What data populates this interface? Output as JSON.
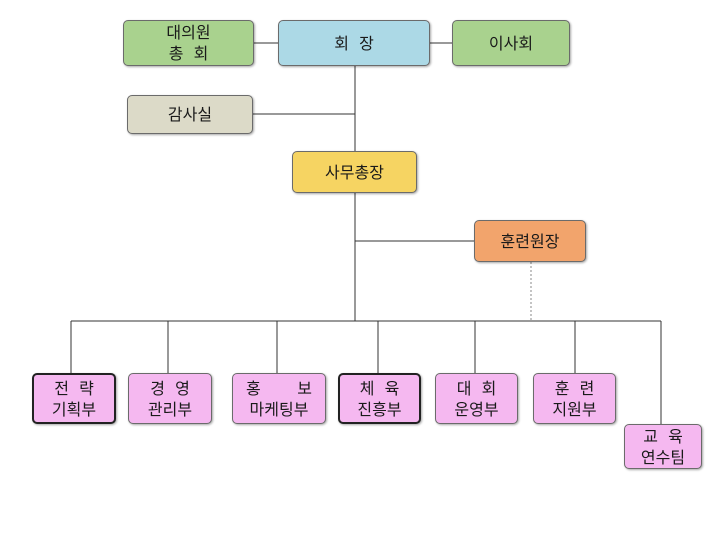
{
  "top": {
    "general_assembly": {
      "line1": "대의원",
      "line2": "총  회"
    },
    "chairman": "회  장",
    "board": "이사회"
  },
  "audit_office": "감사실",
  "secretary_general": "사무총장",
  "training_director": "훈련원장",
  "departments": {
    "strategy": {
      "line1": "전  략",
      "line2": "기획부"
    },
    "management": {
      "line1": "경  영",
      "line2": "관리부"
    },
    "pr": {
      "line1a": "홍",
      "line1b": "보",
      "line2": "마케팅부"
    },
    "sports": {
      "line1": "체  육",
      "line2": "진흥부"
    },
    "event": {
      "line1": "대  회",
      "line2": "운영부"
    },
    "training_support": {
      "line1": "훈  련",
      "line2": "지원부"
    },
    "education": {
      "line1": "교  육",
      "line2": "연수팀"
    }
  },
  "colors": {
    "green": "#a9d28e",
    "blue": "#acd9e6",
    "beige": "#dcdac8",
    "yellow": "#f6d462",
    "orange": "#f2a46c",
    "pink": "#f5b8f0"
  }
}
